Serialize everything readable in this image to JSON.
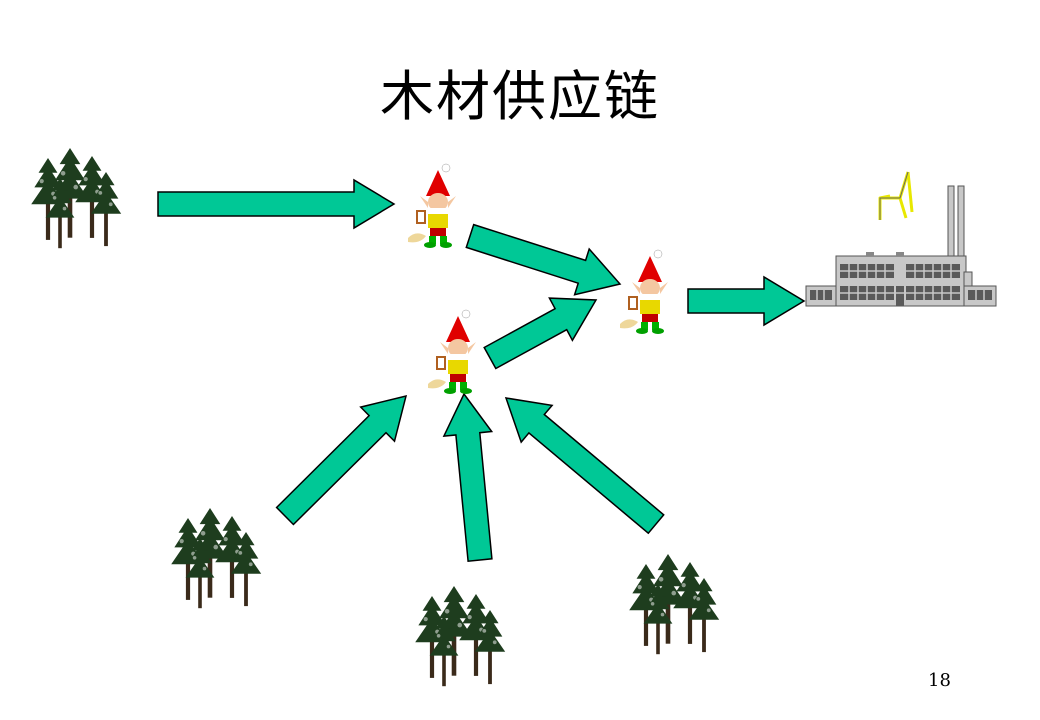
{
  "title": "木材供应链",
  "page_number": "18",
  "colors": {
    "arrow_fill": "#00C896",
    "arrow_stroke": "#000000",
    "tree_foliage": "#1E3D1E",
    "tree_trunk": "#3A2A1A",
    "factory_wall": "#C8C8C8",
    "factory_window": "#5A5A5A",
    "chair": "#E8E800",
    "gnome_hat": "#E00000",
    "gnome_shirt": "#E8D800",
    "gnome_pants": "#00B000"
  },
  "nodes": [
    {
      "id": "forest-1",
      "icon": "forest-icon"
    },
    {
      "id": "forest-2",
      "icon": "forest-icon"
    },
    {
      "id": "forest-3",
      "icon": "forest-icon"
    },
    {
      "id": "forest-4",
      "icon": "forest-icon"
    },
    {
      "id": "middleman-1",
      "icon": "gnome-icon"
    },
    {
      "id": "middleman-2",
      "icon": "gnome-icon"
    },
    {
      "id": "middleman-3",
      "icon": "gnome-icon"
    },
    {
      "id": "factory",
      "icon": "factory-icon"
    },
    {
      "id": "product",
      "icon": "chair-icon"
    }
  ],
  "edges": [
    {
      "from": "forest-1",
      "to": "middleman-1"
    },
    {
      "from": "middleman-1",
      "to": "middleman-3"
    },
    {
      "from": "middleman-2",
      "to": "middleman-3"
    },
    {
      "from": "middleman-3",
      "to": "factory"
    },
    {
      "from": "forest-2",
      "to": "middleman-2"
    },
    {
      "from": "forest-3",
      "to": "middleman-2"
    },
    {
      "from": "forest-4",
      "to": "middleman-2"
    }
  ]
}
